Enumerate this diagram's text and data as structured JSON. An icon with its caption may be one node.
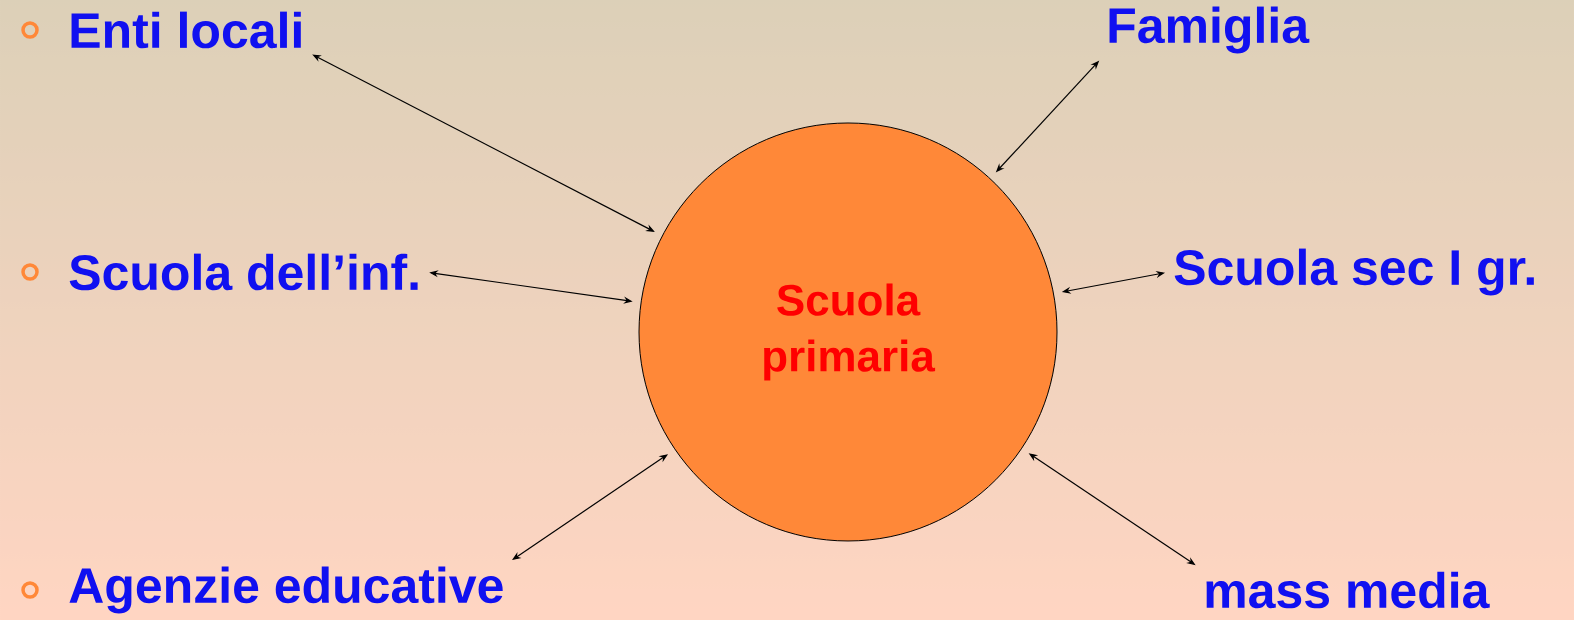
{
  "diagram": {
    "nodes": [
      {
        "text": [
          "Scuola primaria"
        ]
      },
      {
        "text": [
          "Enti locali"
        ]
      },
      {
        "text": [
          "Famiglia"
        ]
      },
      {
        "text": [
          "Scuola dell’inf."
        ]
      },
      {
        "text": [
          "Scuola sec I gr."
        ]
      },
      {
        "text": [
          "Agenzie educative"
        ]
      },
      {
        "text": [
          "mass media"
        ]
      }
    ],
    "edges": [
      {
        "from": 0,
        "to": 1,
        "arrow": "both"
      },
      {
        "from": 0,
        "to": 2,
        "arrow": "both"
      },
      {
        "from": 0,
        "to": 3,
        "arrow": "both"
      },
      {
        "from": 0,
        "to": 4,
        "arrow": "both"
      },
      {
        "from": 0,
        "to": 5,
        "arrow": "both"
      },
      {
        "from": 0,
        "to": 6,
        "arrow": "both"
      }
    ]
  }
}
